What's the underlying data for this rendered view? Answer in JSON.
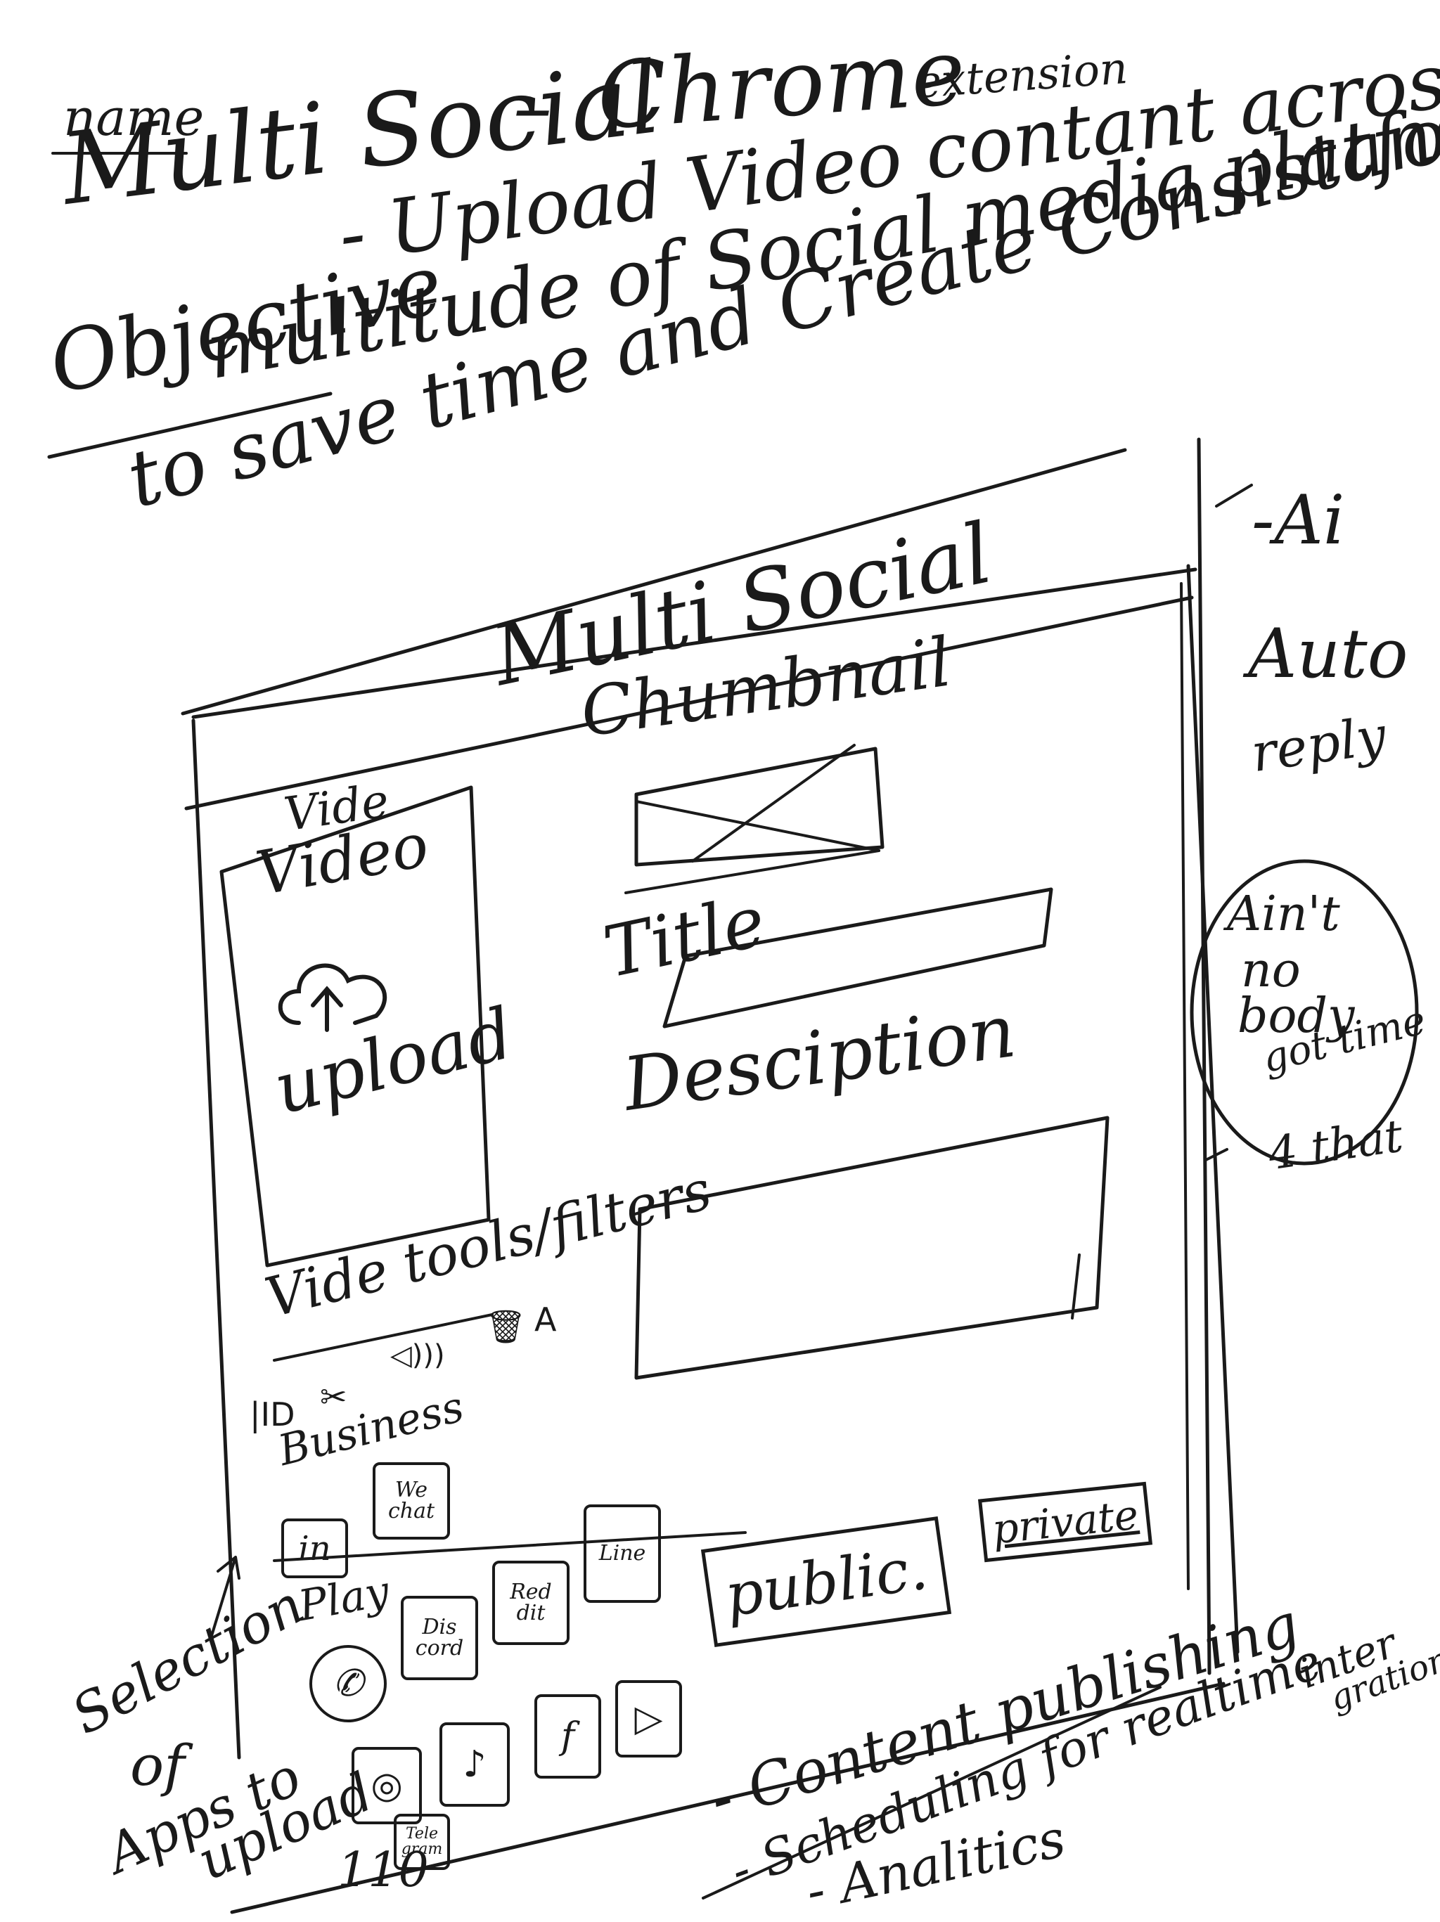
{
  "header": {
    "name_label": "name",
    "app_name": "Multi Social",
    "dash": "–",
    "platform": "Chrome",
    "platform_note": "extension"
  },
  "objective": {
    "label": "Objective",
    "line1": "- Upload Video contant across a",
    "line2": "multitude of Social media platforms",
    "line3": "to save time and Create Consistancy."
  },
  "window": {
    "title": "Multi Social",
    "video_tab": "Vide",
    "upload_card": {
      "title": "Video",
      "icon": "cloud-upload-icon",
      "label": "upload"
    },
    "thumbnail": {
      "label": "Chumbnail",
      "icon": "image-placeholder-icon"
    },
    "title_field": {
      "label": "Title"
    },
    "description_field": {
      "label": "Desciption"
    },
    "video_tools": {
      "label": "Vide tools/filters",
      "tools": [
        {
          "icon": "trim-icon",
          "glyph": "|ID"
        },
        {
          "icon": "scissors-icon",
          "glyph": "✂"
        },
        {
          "icon": "volume-icon",
          "glyph": "◁)))"
        },
        {
          "icon": "trash-icon",
          "glyph": "🗑"
        },
        {
          "icon": "text-icon",
          "glyph": "A"
        }
      ]
    },
    "apps": {
      "business_label": "Business",
      "play_label": "Play",
      "business_apps": [
        {
          "icon": "linkedin-icon",
          "text": "in"
        },
        {
          "icon": "wechat-icon",
          "text": "We chat"
        }
      ],
      "apps": [
        {
          "icon": "line-icon",
          "text": "Line"
        },
        {
          "icon": "discord-icon",
          "text": "Dis cord"
        },
        {
          "icon": "reddit-icon",
          "text": "Red dit"
        },
        {
          "icon": "whatsapp-icon",
          "text": ""
        },
        {
          "icon": "instagram-icon",
          "text": ""
        },
        {
          "icon": "tiktok-icon",
          "text": ""
        },
        {
          "icon": "facebook-icon",
          "text": "f"
        },
        {
          "icon": "youtube-icon",
          "text": "▷"
        },
        {
          "icon": "telegram-icon",
          "text": "Tele gram"
        }
      ],
      "more_label": "110"
    },
    "visibility": {
      "public_label": "public.",
      "private_label": "private"
    }
  },
  "side_notes": {
    "ai": "-Ai",
    "auto": "Auto",
    "reply": "reply",
    "ain": "Ain't",
    "nobody": "no",
    "body": "body",
    "got_time": "got time",
    "for_that": "4 that"
  },
  "annotations": {
    "selection_1": "Selection",
    "selection_2": "of",
    "selection_3": "Apps to",
    "selection_4": "upload"
  },
  "features": {
    "publishing": "- Content publishing",
    "scheduling": "- Scheduling for realtime",
    "integration_1": "inter",
    "integration_2": "gration",
    "analytics": "- Analitics"
  }
}
